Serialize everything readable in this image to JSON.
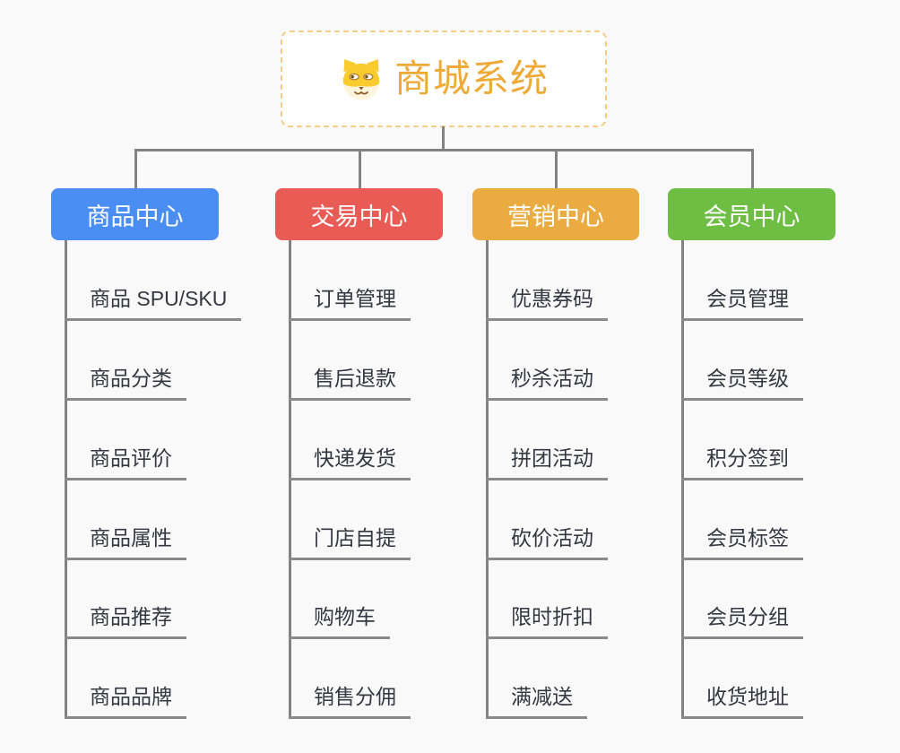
{
  "root": {
    "title": "商城系统",
    "icon": "dog-face-icon",
    "title_color": "#EFA937",
    "border_color": "#F6CC86"
  },
  "colors": {
    "background": "#F9F9F9",
    "connector": "#828282",
    "leaf_underline": "#8A8A8A",
    "leaf_text": "#343840"
  },
  "branches": [
    {
      "id": "product-center",
      "label": "商品中心",
      "color": "#4A8DF3",
      "items": [
        "商品 SPU/SKU",
        "商品分类",
        "商品评价",
        "商品属性",
        "商品推荐",
        "商品品牌"
      ]
    },
    {
      "id": "trade-center",
      "label": "交易中心",
      "color": "#E95B55",
      "items": [
        "订单管理",
        "售后退款",
        "快递发货",
        "门店自提",
        "购物车",
        "销售分佣"
      ]
    },
    {
      "id": "marketing-center",
      "label": "营销中心",
      "color": "#EAAB41",
      "items": [
        "优惠券码",
        "秒杀活动",
        "拼团活动",
        "砍价活动",
        "限时折扣",
        "满减送"
      ]
    },
    {
      "id": "member-center",
      "label": "会员中心",
      "color": "#6FBE44",
      "items": [
        "会员管理",
        "会员等级",
        "积分签到",
        "会员标签",
        "会员分组",
        "收货地址"
      ]
    }
  ]
}
